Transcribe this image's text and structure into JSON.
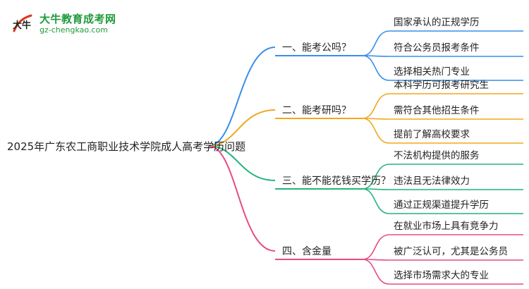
{
  "logo": {
    "title": "大牛教育成考网",
    "url": "gz-chengkao.com",
    "mark_text": "大牛"
  },
  "colors": {
    "branch_1": "#3a8ee6",
    "branch_2": "#f0a81e",
    "branch_3": "#23b47a",
    "branch_4": "#e84a86",
    "brand_green": "#1f9a3a"
  },
  "mindmap": {
    "root": "2025年广东农工商职业技术学院成人高考学历问题",
    "branches": [
      {
        "label": "一、能考公吗？",
        "children": [
          "国家承认的正规学历",
          "符合公务员报考条件",
          "选择相关热门专业"
        ]
      },
      {
        "label": "二、能考研吗？",
        "children": [
          "本科学历可报考研究生",
          "需符合其他招生条件",
          "提前了解高校要求"
        ]
      },
      {
        "label": "三、能不能花钱买学历？",
        "children": [
          "不法机构提供的服务",
          "违法且无法律效力",
          "通过正规渠道提升学历"
        ]
      },
      {
        "label": "四、含金量",
        "children": [
          "在就业市场上具有竞争力",
          "被广泛认可，尤其是公务员",
          "选择市场需求大的专业"
        ]
      }
    ]
  }
}
